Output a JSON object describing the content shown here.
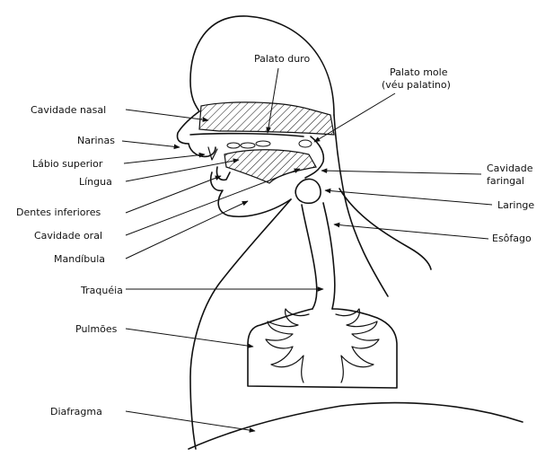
{
  "labels": {
    "palato_duro": "Palato duro",
    "palato_mole_1": "Palato mole",
    "palato_mole_2": "(véu palatino)",
    "cavidade_nasal": "Cavidade nasal",
    "narinas": "Narinas",
    "labio_superior": "Lábio superior",
    "lingua": "Língua",
    "dentes_inferiores": "Dentes inferiores",
    "cavidade_oral": "Cavidade oral",
    "mandibula": "Mandíbula",
    "traqueia": "Traquéia",
    "pulmoes": "Pulmões",
    "diafragma": "Diafragma",
    "cavidade_faringal_1": "Cavidade",
    "cavidade_faringal_2": "faringal",
    "laringe": "Laringe",
    "esofago": "Esôfago"
  }
}
